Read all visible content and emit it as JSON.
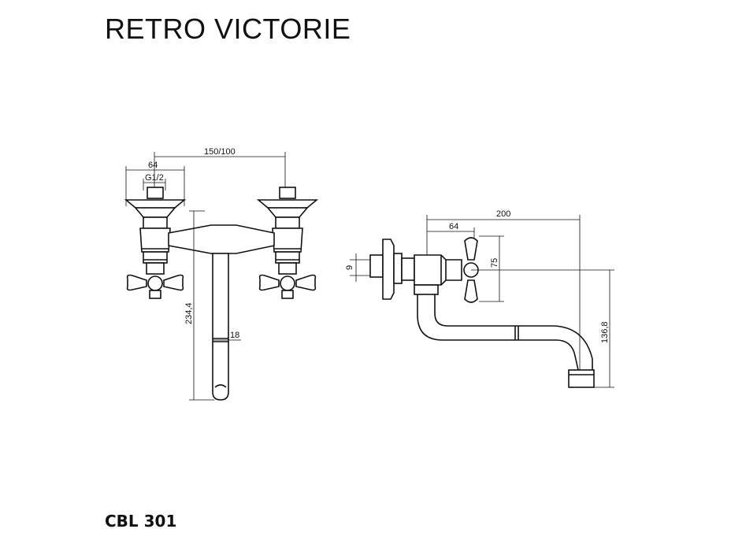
{
  "title": "RETRO VICTORIE",
  "model": "CBL 301",
  "dimensions": {
    "front": {
      "spacing": "150/100",
      "width": "64",
      "thread": "G1/2",
      "height": "234,4",
      "spout_diameter": "18"
    },
    "side": {
      "reach": "200",
      "depth": "64",
      "handle_height": "75",
      "connector": "9",
      "spout_height": "136,8"
    }
  }
}
